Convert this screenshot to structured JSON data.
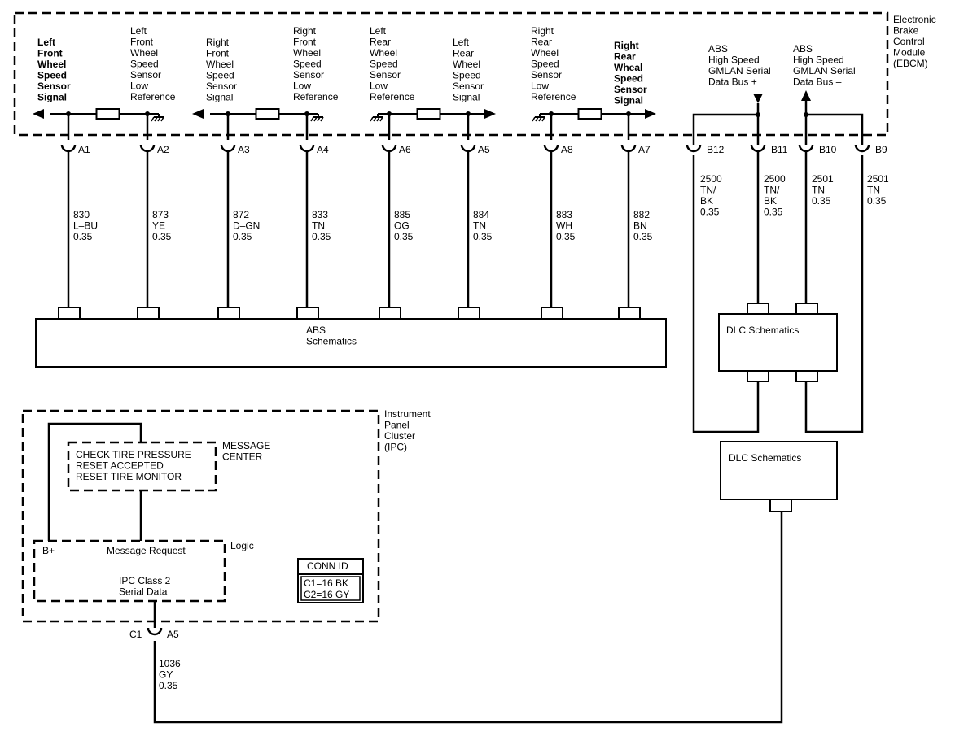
{
  "ebcm": {
    "label": [
      "Electronic",
      "Brake",
      "Control",
      "Module",
      "(EBCM)"
    ],
    "bus_plus": [
      "ABS",
      "High Speed",
      "GMLAN Serial",
      "Data Bus +"
    ],
    "bus_minus": [
      "ABS",
      "High Speed",
      "GMLAN Serial",
      "Data Bus –"
    ],
    "sensors": [
      {
        "label": [
          "Left",
          "Front",
          "Wheel",
          "Speed",
          "Sensor",
          "Signal"
        ],
        "pin": "A1",
        "wire": "830",
        "color": "L–BU",
        "gauge": "0.35"
      },
      {
        "label": [
          "Left",
          "Front",
          "Wheel",
          "Speed",
          "Sensor",
          "Low",
          "Reference"
        ],
        "pin": "A2",
        "wire": "873",
        "color": "YE",
        "gauge": "0.35"
      },
      {
        "label": [
          "Right",
          "Front",
          "Wheel",
          "Speed",
          "Sensor",
          "Signal"
        ],
        "pin": "A3",
        "wire": "872",
        "color": "D–GN",
        "gauge": "0.35"
      },
      {
        "label": [
          "Right",
          "Front",
          "Wheel",
          "Speed",
          "Sensor",
          "Low",
          "Reference"
        ],
        "pin": "A4",
        "wire": "833",
        "color": "TN",
        "gauge": "0.35"
      },
      {
        "label": [
          "Left",
          "Rear",
          "Wheel",
          "Speed",
          "Sensor",
          "Low",
          "Reference"
        ],
        "pin": "A6",
        "wire": "885",
        "color": "OG",
        "gauge": "0.35"
      },
      {
        "label": [
          "Left",
          "Rear",
          "Wheel",
          "Speed",
          "Sensor",
          "Signal"
        ],
        "pin": "A5",
        "wire": "884",
        "color": "TN",
        "gauge": "0.35"
      },
      {
        "label": [
          "Right",
          "Rear",
          "Wheel",
          "Speed",
          "Sensor",
          "Low",
          "Reference"
        ],
        "pin": "A8",
        "wire": "883",
        "color": "WH",
        "gauge": "0.35"
      },
      {
        "label": [
          "Right",
          "Rear",
          "Wheal",
          "Speed",
          "Sensor",
          "Signal"
        ],
        "pin": "A7",
        "wire": "882",
        "color": "BN",
        "gauge": "0.35"
      }
    ],
    "bus_pins": [
      {
        "pin": "B12",
        "wire": "2500",
        "color": [
          "TN/",
          "BK"
        ],
        "gauge": "0.35"
      },
      {
        "pin": "B11",
        "wire": "2500",
        "color": [
          "TN/",
          "BK"
        ],
        "gauge": "0.35"
      },
      {
        "pin": "B10",
        "wire": "2501",
        "color": [
          "TN"
        ],
        "gauge": "0.35"
      },
      {
        "pin": "B9",
        "wire": "2501",
        "color": [
          "TN"
        ],
        "gauge": "0.35"
      }
    ]
  },
  "abs_schematics": [
    "ABS",
    "Schematics"
  ],
  "dlc_schematics_1": "DLC Schematics",
  "dlc_schematics_2": "DLC Schematics",
  "ipc": {
    "label": [
      "Instrument",
      "Panel",
      "Cluster",
      "(IPC)"
    ],
    "message_center_label": [
      "MESSAGE",
      "CENTER"
    ],
    "messages": [
      "CHECK TIRE PRESSURE",
      "RESET ACCEPTED",
      "RESET TIRE MONITOR"
    ],
    "logic_label": "Logic",
    "b_plus": "B+",
    "message_request": "Message Request",
    "class2": [
      "IPC Class 2",
      "Serial Data"
    ],
    "conn_id": {
      "title": "CONN ID",
      "rows": [
        "C1=16 BK",
        "C2=16 GY"
      ]
    },
    "connector": {
      "conn": "C1",
      "pin": "A5"
    },
    "wire": {
      "number": "1036",
      "color": "GY",
      "gauge": "0.35"
    }
  }
}
